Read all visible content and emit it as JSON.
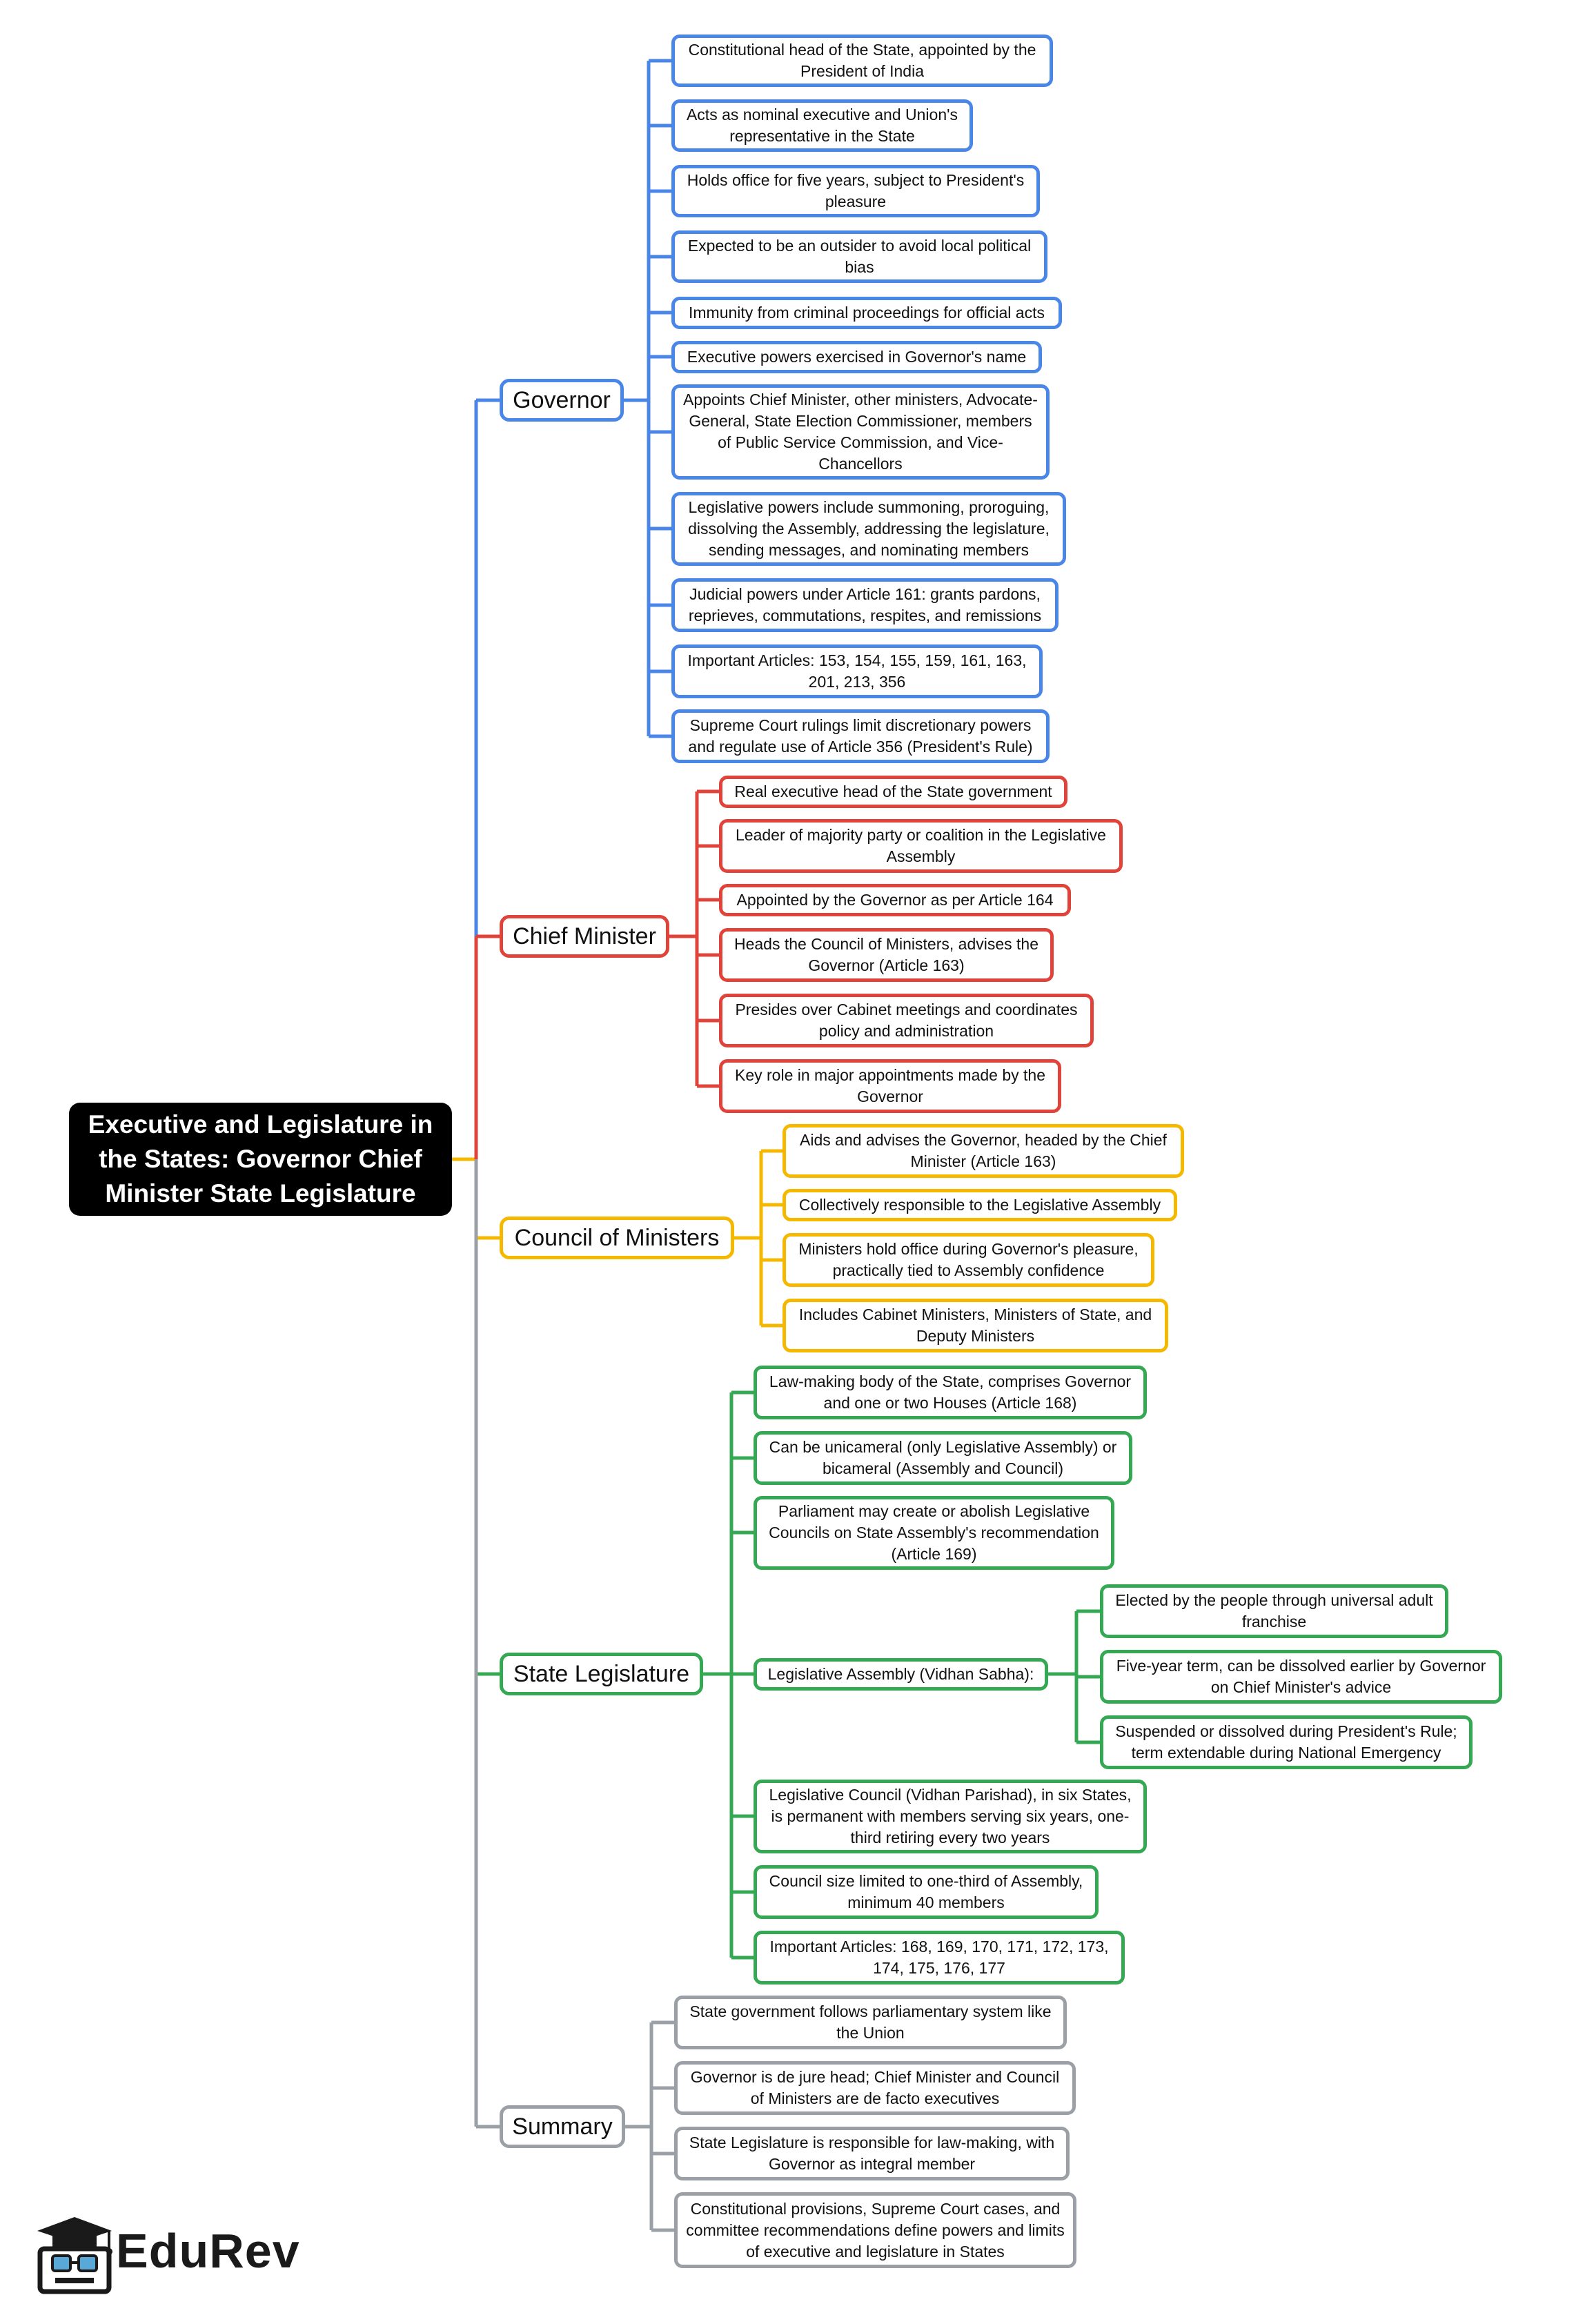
{
  "root": {
    "title": "Executive and Legislature in the States: Governor Chief Minister State Legislature"
  },
  "colors": {
    "governor": "#4a86e8",
    "chief_minister": "#e0433a",
    "council": "#f5b800",
    "legislature": "#34a853",
    "summary": "#9aa0a6"
  },
  "branches": {
    "governor": {
      "label": "Governor",
      "items": [
        "Constitutional head of the State, appointed by the President of India",
        "Acts as nominal executive and Union's representative in the State",
        "Holds office for five years, subject to President's pleasure",
        "Expected to be an outsider to avoid local political bias",
        "Immunity from criminal proceedings for official acts",
        "Executive powers exercised in Governor's name",
        "Appoints Chief Minister, other ministers, Advocate-General, State Election Commissioner, members of Public Service Commission, and Vice-Chancellors",
        "Legislative powers include summoning, proroguing, dissolving the Assembly, addressing the legislature, sending messages, and nominating members",
        "Judicial powers under Article 161: grants pardons, reprieves, commutations, respites, and remissions",
        "Important Articles: 153, 154, 155, 159, 161, 163, 201, 213, 356",
        "Supreme Court rulings limit discretionary powers and regulate use of Article 356 (President's Rule)"
      ]
    },
    "chief_minister": {
      "label": "Chief Minister",
      "items": [
        "Real executive head of the State government",
        "Leader of majority party or coalition in the Legislative Assembly",
        "Appointed by the Governor as per Article 164",
        "Heads the Council of Ministers, advises the Governor (Article 163)",
        "Presides over Cabinet meetings and coordinates policy and administration",
        "Key role in major appointments made by the Governor"
      ]
    },
    "council": {
      "label": "Council of Ministers",
      "items": [
        "Aids and advises the Governor, headed by the Chief Minister (Article 163)",
        "Collectively responsible to the Legislative Assembly",
        "Ministers hold office during Governor's pleasure, practically tied to Assembly confidence",
        "Includes Cabinet Ministers, Ministers of State, and Deputy Ministers"
      ]
    },
    "legislature": {
      "label": "State Legislature",
      "items": [
        "Law-making body of the State, comprises Governor and one or two Houses (Article 168)",
        "Can be unicameral (only Legislative Assembly) or bicameral (Assembly and Council)",
        "Parliament may create or abolish Legislative Councils on State Assembly's recommendation (Article 169)",
        "Legislative Assembly (Vidhan Sabha):",
        "Legislative Council (Vidhan Parishad), in six States, is permanent with members serving six years, one-third retiring every two years",
        "Council size limited to one-third of Assembly, minimum 40 members",
        "Important Articles: 168, 169, 170, 171, 172, 173, 174, 175, 176, 177"
      ],
      "assembly_items": [
        "Elected by the people through universal adult franchise",
        "Five-year term, can be dissolved earlier by Governor on Chief Minister's advice",
        "Suspended or dissolved during President's Rule; term extendable during National Emergency"
      ]
    },
    "summary": {
      "label": "Summary",
      "items": [
        "State government follows parliamentary system like the Union",
        "Governor is de jure head; Chief Minister and Council of Ministers are de facto executives",
        "State Legislature is responsible for law-making, with Governor as integral member",
        "Constitutional provisions, Supreme Court cases, and committee recommendations define powers and limits of executive and legislature in States"
      ]
    }
  },
  "logo": {
    "text": "EduRev"
  }
}
